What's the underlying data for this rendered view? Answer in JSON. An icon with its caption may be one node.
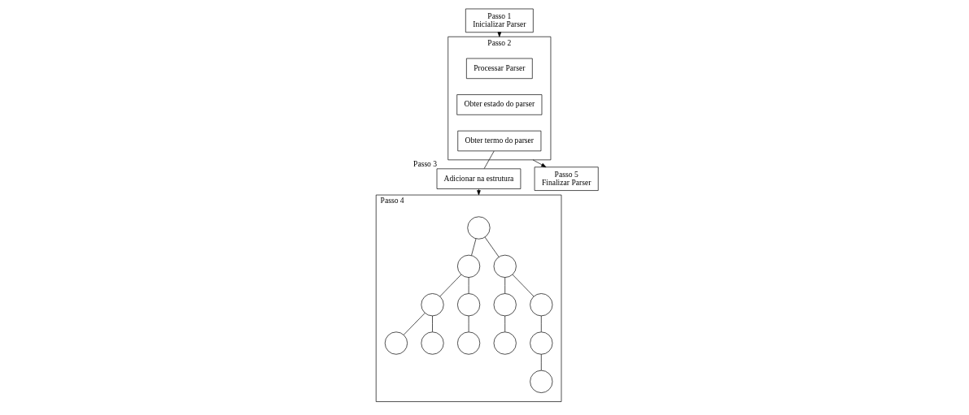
{
  "diagram": {
    "nodes": [
      {
        "text": [
          "Passo 1",
          "Inicializar Parser"
        ]
      },
      {
        "text": [
          "Passo 2"
        ]
      },
      {
        "text": [
          "Processar Parser"
        ],
        "in": 1
      },
      {
        "text": [
          "Obter estado do parser"
        ],
        "in": 1
      },
      {
        "text": [
          "Obter termo do parser"
        ],
        "in": 1
      },
      {
        "text": [
          "Adicionar na estrutura"
        ],
        "beside": [
          "Passo 3"
        ]
      },
      {
        "text": [
          "Passo 4"
        ]
      },
      {
        "text": [],
        "shape": "circle",
        "in": 6
      },
      {
        "text": [],
        "shape": "circle",
        "in": 6
      },
      {
        "text": [],
        "shape": "circle",
        "in": 6
      },
      {
        "text": [],
        "shape": "circle",
        "in": 6
      },
      {
        "text": [],
        "shape": "circle",
        "in": 6
      },
      {
        "text": [],
        "shape": "circle",
        "in": 6
      },
      {
        "text": [],
        "shape": "circle",
        "in": 6
      },
      {
        "text": [],
        "shape": "circle",
        "in": 6
      },
      {
        "text": [],
        "shape": "circle",
        "in": 6
      },
      {
        "text": [],
        "shape": "circle",
        "in": 6
      },
      {
        "text": [],
        "shape": "circle",
        "in": 6
      },
      {
        "text": [],
        "shape": "circle",
        "in": 6
      },
      {
        "text": [],
        "shape": "circle",
        "in": 6
      },
      {
        "text": [
          "Passo 5",
          "Finalizar Parser"
        ]
      }
    ],
    "edges": [
      {
        "from": 0,
        "to": 1,
        "arrow": "to"
      },
      {
        "from": 1,
        "to": 20,
        "arrow": "to"
      },
      {
        "from": 4,
        "to": 5,
        "arrow": "none"
      },
      {
        "from": 5,
        "to": 6,
        "arrow": "to"
      },
      {
        "from": 7,
        "to": 8,
        "arrow": "none"
      },
      {
        "from": 7,
        "to": 9,
        "arrow": "none"
      },
      {
        "from": 8,
        "to": 10,
        "arrow": "none"
      },
      {
        "from": 8,
        "to": 11,
        "arrow": "none"
      },
      {
        "from": 9,
        "to": 12,
        "arrow": "none"
      },
      {
        "from": 9,
        "to": 13,
        "arrow": "none"
      },
      {
        "from": 10,
        "to": 14,
        "arrow": "none"
      },
      {
        "from": 10,
        "to": 15,
        "arrow": "none"
      },
      {
        "from": 11,
        "to": 16,
        "arrow": "none"
      },
      {
        "from": 12,
        "to": 17,
        "arrow": "none"
      },
      {
        "from": 13,
        "to": 18,
        "arrow": "none"
      },
      {
        "from": 18,
        "to": 19,
        "arrow": "none"
      }
    ]
  }
}
